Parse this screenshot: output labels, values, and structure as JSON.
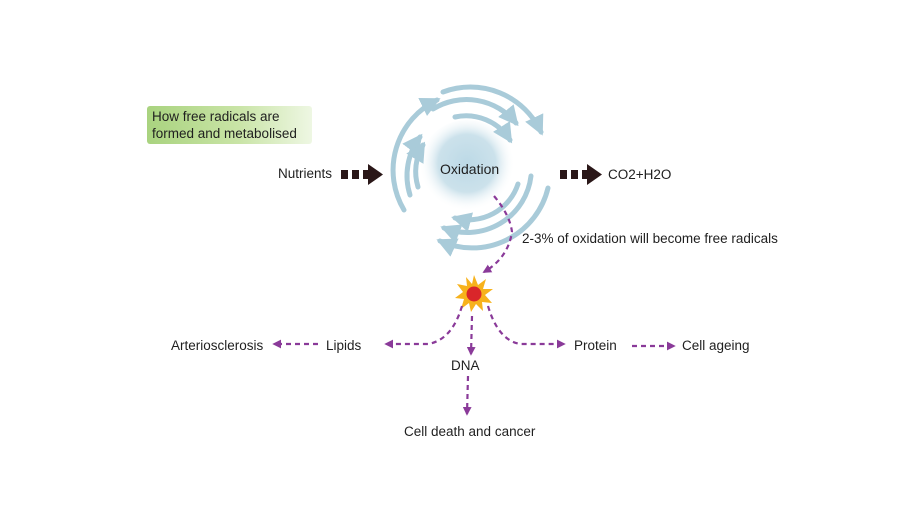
{
  "title": {
    "line1": "How free radicals are",
    "line2": "formed and metabolised"
  },
  "labels": {
    "center": "Oxidation",
    "input": "Nutrients",
    "output": "CO2+H2O",
    "free_radical_note": "2-3% of oxidation will become free radicals",
    "lipids": "Lipids",
    "arteriosclerosis": "Arteriosclerosis",
    "dna": "DNA",
    "cell_death": "Cell death and cancer",
    "protein": "Protein",
    "cell_ageing": "Cell ageing"
  },
  "colors": {
    "title_fill": "#a9d37f",
    "cycle_arrows": "#a9cbd9",
    "center_core": "#bcd9e6",
    "flow_arrows": "#2a1718",
    "radical_arrows": "#8a3a99",
    "radical_star": "#f7b21c",
    "radical_core": "#d9262a"
  },
  "icons": {
    "radical": "starburst-icon"
  }
}
